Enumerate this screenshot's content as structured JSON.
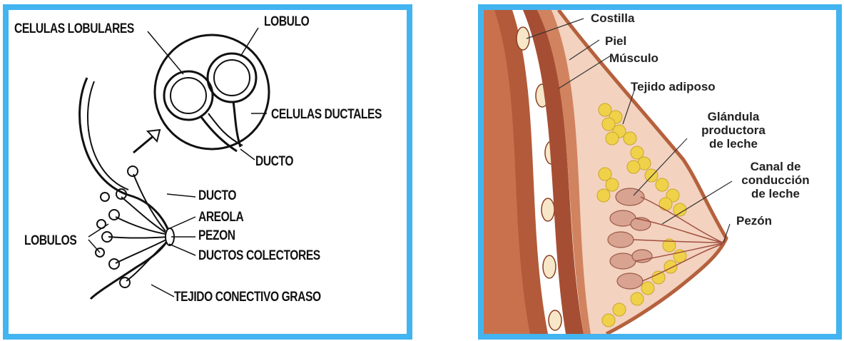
{
  "left_diagram": {
    "labels": {
      "celulas_lobulares": "CELULAS LOBULARES",
      "lobulo": "LOBULO",
      "celulas_ductales": "CELULAS DUCTALES",
      "ducto_top": "DUCTO",
      "ducto": "DUCTO",
      "areola": "AREOLA",
      "pezon": "PEZON",
      "lobulos": "LOBULOS",
      "ductos_colectores": "DUCTOS COLECTORES",
      "tejido_conectivo": "TEJIDO CONECTIVO GRASO"
    }
  },
  "right_diagram": {
    "labels": {
      "costilla": "Costilla",
      "piel": "Piel",
      "musculo": "Músculo",
      "tejido_adiposo": "Tejido adiposo",
      "glandula_1": "Glándula",
      "glandula_2": "productora",
      "glandula_3": "de leche",
      "canal_1": "Canal de",
      "canal_2": "conducción",
      "canal_3": "de leche",
      "pezon": "Pezón"
    }
  },
  "colors": {
    "frame": "#42b4f0",
    "skin": "#c97a58",
    "fat": "#f0d24a",
    "tissue": "#f3d2bf"
  }
}
